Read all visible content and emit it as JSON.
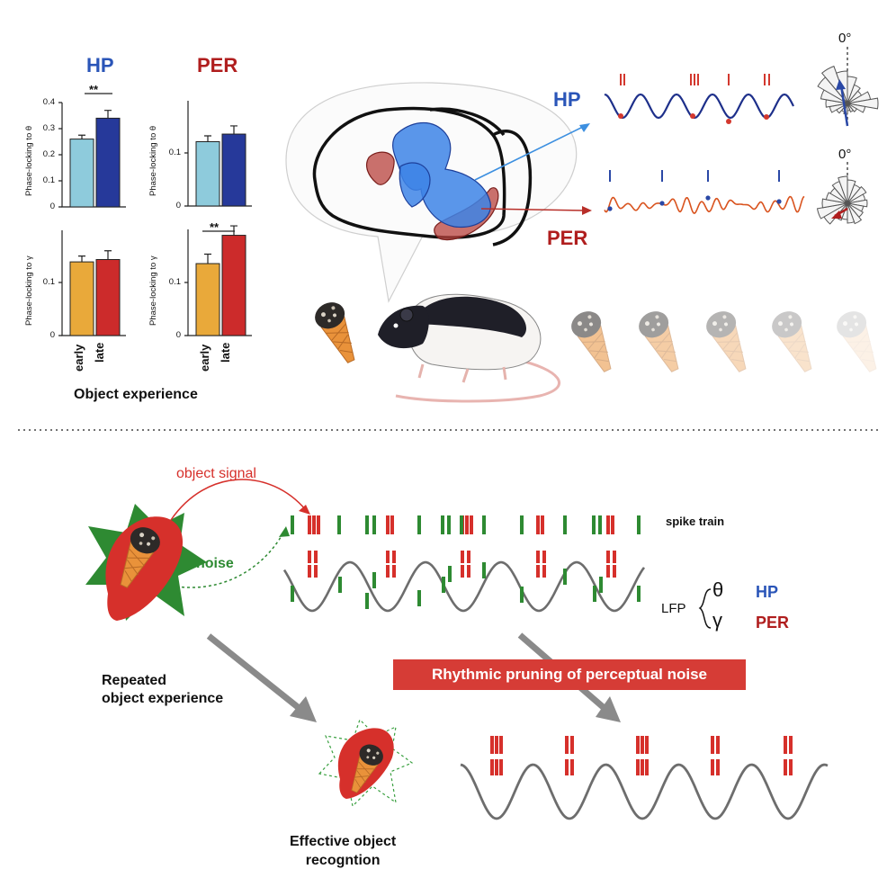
{
  "panel_titles": {
    "hp": "HP",
    "per": "PER"
  },
  "charts": {
    "ylabel_theta": "Phase-locking to θ",
    "ylabel_gamma": "Phase-locking to γ",
    "ticks_top": [
      "0.4",
      "0.3",
      "0.2",
      "0.1",
      "0"
    ],
    "ticks_small": [
      "0.1",
      "0"
    ],
    "sig": "**",
    "categories": [
      "early",
      "late"
    ],
    "xlabel": "Object experience"
  },
  "chart_data": [
    {
      "type": "bar",
      "title": "HP",
      "ylabel": "Phase-locking to θ",
      "categories": [
        "early",
        "late"
      ],
      "values": [
        0.26,
        0.34
      ],
      "errors": [
        0.015,
        0.03
      ],
      "ylim": [
        0,
        0.4
      ],
      "colors": [
        "#8ecbdc",
        "#26399a"
      ],
      "annotation": "**"
    },
    {
      "type": "bar",
      "title": "PER",
      "ylabel": "Phase-locking to θ",
      "categories": [
        "early",
        "late"
      ],
      "values": [
        0.11,
        0.123
      ],
      "errors": [
        0.01,
        0.014
      ],
      "ylim": [
        0,
        0.18
      ],
      "colors": [
        "#8ecbdc",
        "#26399a"
      ]
    },
    {
      "type": "bar",
      "ylabel": "Phase-locking to γ",
      "categories": [
        "early",
        "late"
      ],
      "values": [
        0.126,
        0.13
      ],
      "errors": [
        0.01,
        0.015
      ],
      "ylim": [
        0,
        0.18
      ],
      "colors": [
        "#e9a93a",
        "#cc2b2b"
      ]
    },
    {
      "type": "bar",
      "ylabel": "Phase-locking to γ",
      "categories": [
        "early",
        "late"
      ],
      "values": [
        0.122,
        0.17
      ],
      "errors": [
        0.016,
        0.016
      ],
      "ylim": [
        0,
        0.18
      ],
      "colors": [
        "#e9a93a",
        "#cc2b2b"
      ],
      "annotation": "**"
    }
  ],
  "brain": {
    "hp_label": "HP",
    "per_label": "PER",
    "polar_label": "0°"
  },
  "mechanism": {
    "object_signal": "object signal",
    "noise": "noise",
    "spike_train": "spike train",
    "lfp": "LFP",
    "theta": "θ",
    "gamma": "γ",
    "hp": "HP",
    "per": "PER",
    "repeated": "Repeated\nobject experience",
    "banner": "Rhythmic pruning of perceptual noise",
    "effective": "Effective object\nrecogntion"
  },
  "colors": {
    "hp_blue": "#2a55b8",
    "per_red": "#b01e1e",
    "signal_red": "#d6302b",
    "noise_green": "#2e8a32",
    "lfp_gray": "#6d6d6d",
    "theta_wave": "#1d2f8a",
    "gamma_wave": "#d9531e"
  }
}
